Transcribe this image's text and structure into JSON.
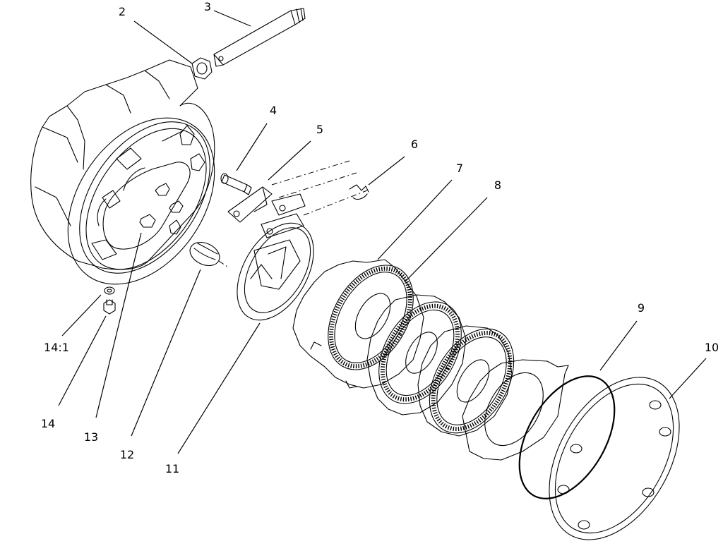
{
  "callouts": [
    {
      "id": "2",
      "text": "2"
    },
    {
      "id": "3",
      "text": "3"
    },
    {
      "id": "4",
      "text": "4"
    },
    {
      "id": "5",
      "text": "5"
    },
    {
      "id": "6",
      "text": "6"
    },
    {
      "id": "7",
      "text": "7"
    },
    {
      "id": "8",
      "text": "8"
    },
    {
      "id": "9",
      "text": "9"
    },
    {
      "id": "10",
      "text": "10"
    },
    {
      "id": "11",
      "text": "11"
    },
    {
      "id": "12",
      "text": "12"
    },
    {
      "id": "13",
      "text": "13"
    },
    {
      "id": "14",
      "text": "14"
    },
    {
      "id": "14_1",
      "text": "14:1"
    }
  ]
}
